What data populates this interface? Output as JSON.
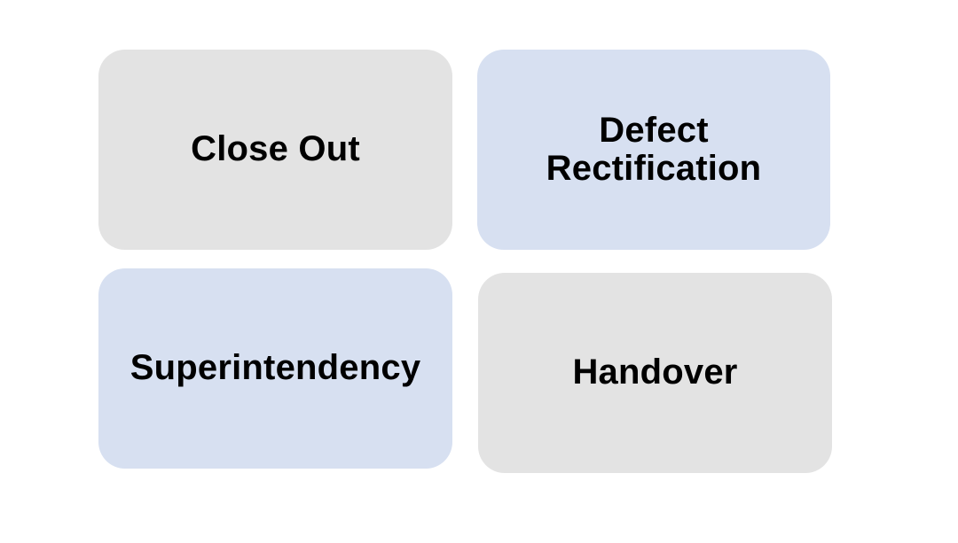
{
  "palette": {
    "background": "#ffffff",
    "gray_fill": "#e3e3e3",
    "blue_fill": "#d7e0f1",
    "text": "#000000"
  },
  "diagram": {
    "type": "grid-of-rounded-rectangles",
    "rows": 2,
    "cols": 2,
    "boxes": [
      {
        "id": "close-out",
        "label": "Close Out",
        "fill": "gray",
        "row": 1,
        "col": 1
      },
      {
        "id": "defect-rectification",
        "label": "Defect Rectification",
        "fill": "blue",
        "row": 1,
        "col": 2
      },
      {
        "id": "superintendency",
        "label": "Superintendency",
        "fill": "blue",
        "row": 2,
        "col": 1
      },
      {
        "id": "handover",
        "label": "Handover",
        "fill": "gray",
        "row": 2,
        "col": 2
      }
    ]
  }
}
